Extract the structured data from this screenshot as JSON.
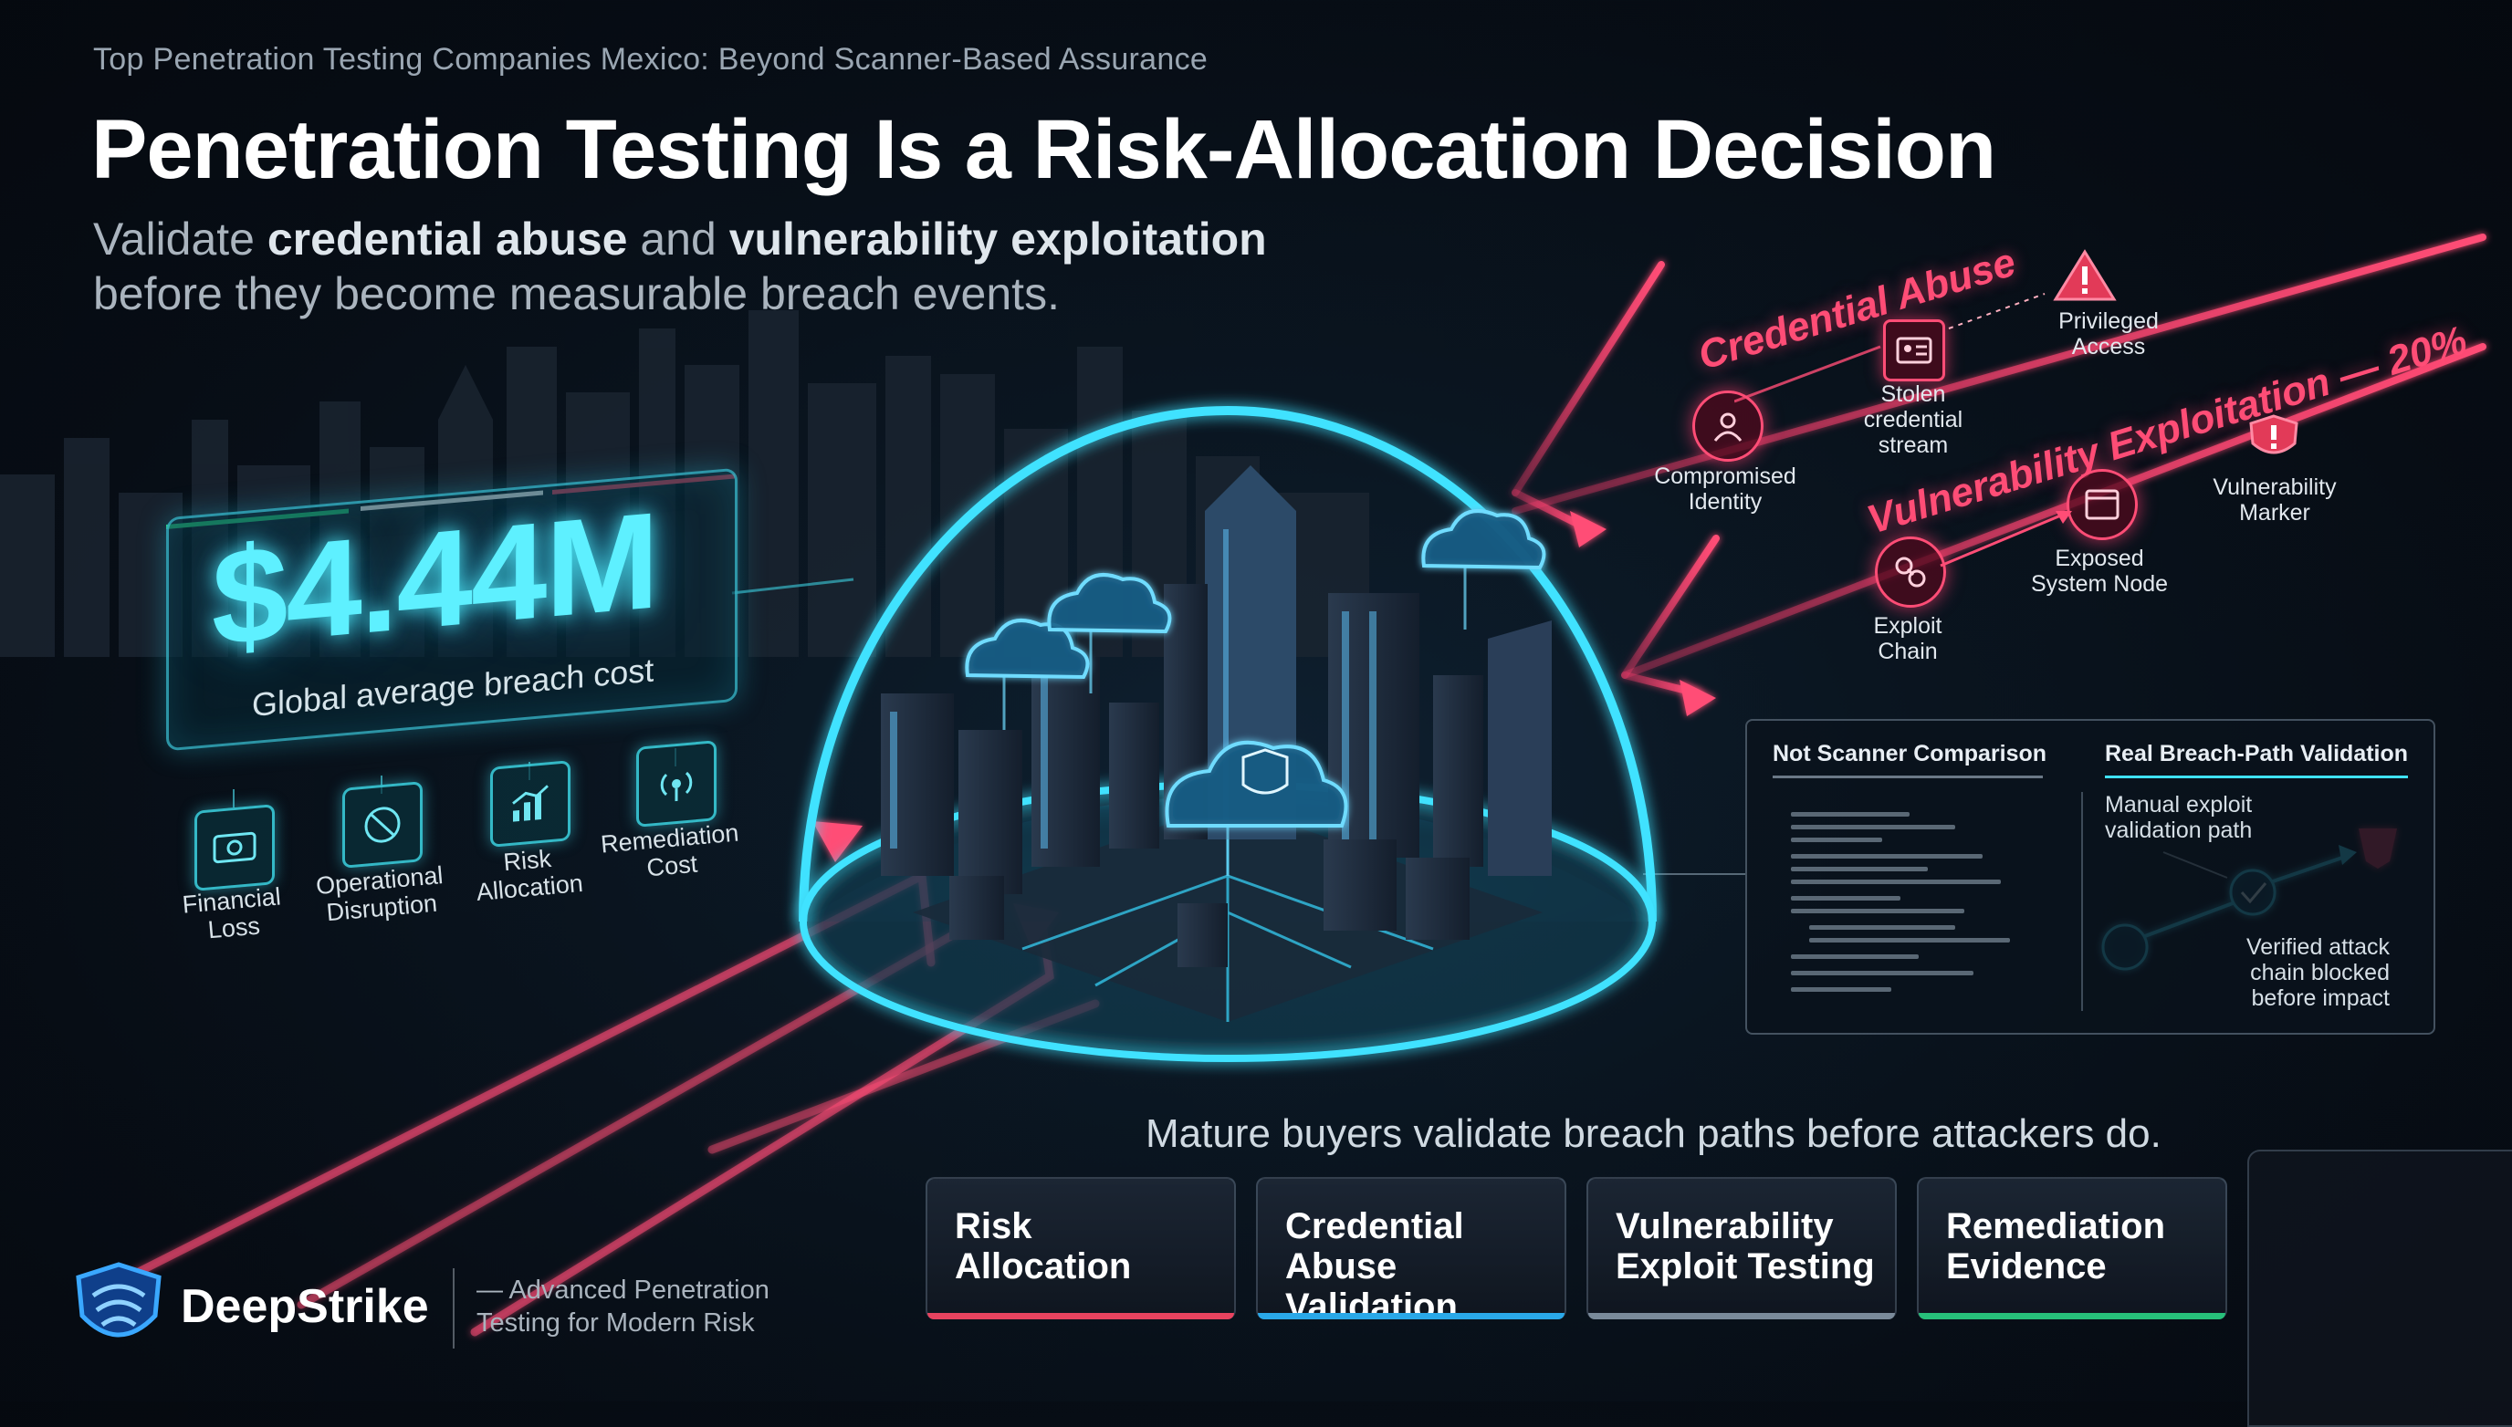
{
  "eyebrow": "Top Penetration Testing Companies Mexico: Beyond Scanner-Based Assurance",
  "headline": "Penetration Testing Is a Risk-Allocation Decision",
  "subline": {
    "p1": "Validate ",
    "b1": "credential abuse",
    "p2": " and ",
    "b2": "vulnerability exploitation",
    "p3": "before they become measurable breach events."
  },
  "cost": {
    "value": "$4.44M",
    "label": "Global average breach cost"
  },
  "impacts": [
    {
      "label_l1": "Financial",
      "label_l2": "Loss",
      "icon": "cash-icon"
    },
    {
      "label_l1": "Operational",
      "label_l2": "Disruption",
      "icon": "disruption-icon"
    },
    {
      "label_l1": "Risk",
      "label_l2": "Allocation",
      "icon": "chart-icon"
    },
    {
      "label_l1": "Remediation",
      "label_l2": "Cost",
      "icon": "signal-icon"
    }
  ],
  "threats": {
    "credential_title": "Credential Abuse",
    "vuln_title": "Vulnerability Exploitation — 20%",
    "nodes": {
      "compromised_l1": "Compromised",
      "compromised_l2": "Identity",
      "stolen_l1": "Stolen",
      "stolen_l2": "credential",
      "stolen_l3": "stream",
      "privileged_l1": "Privileged",
      "privileged_l2": "Access",
      "exploit_l1": "Exploit",
      "exploit_l2": "Chain",
      "exposed_l1": "Exposed",
      "exposed_l2": "System Node",
      "marker_l1": "Vulnerability",
      "marker_l2": "Marker"
    }
  },
  "comparison": {
    "left_heading": "Not Scanner Comparison",
    "right_heading": "Real Breach-Path Validation",
    "manual_l1": "Manual exploit",
    "manual_l2": "validation path",
    "verified_l1": "Verified attack",
    "verified_l2": "chain blocked",
    "verified_l3": "before impact"
  },
  "tagline": "Mature buyers validate breach paths before attackers do.",
  "pillars": [
    {
      "l1": "Risk",
      "l2": "Allocation",
      "color": "#e8435f"
    },
    {
      "l1": "Credential",
      "l2": "Abuse Validation",
      "color": "#2aa8e8"
    },
    {
      "l1": "Vulnerability",
      "l2": "Exploit Testing",
      "color": "#7a8a9a"
    },
    {
      "l1": "Remediation",
      "l2": "Evidence",
      "color": "#27c07a"
    }
  ],
  "brand": {
    "name": "DeepStrike",
    "tag_l1": "— Advanced Penetration",
    "tag_l2": "Testing for Modern Risk"
  },
  "colors": {
    "accent_cyan": "#5ef0ff",
    "threat_red": "#ff4d76",
    "background": "#070d15"
  }
}
